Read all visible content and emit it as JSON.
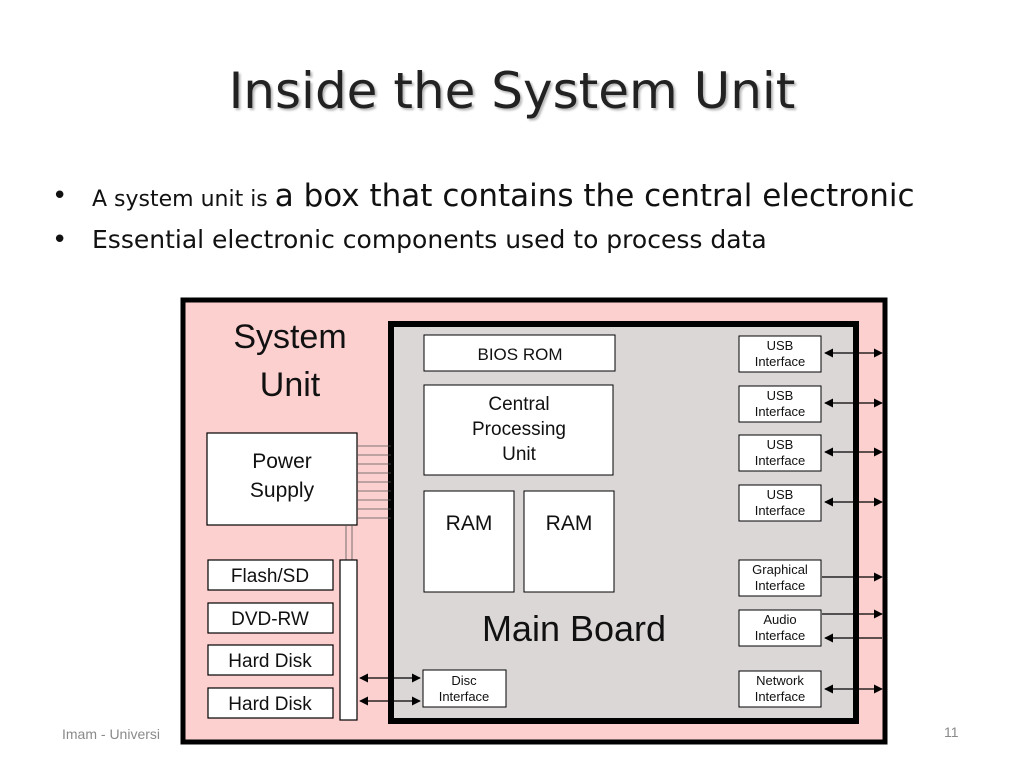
{
  "slide": {
    "title": "Inside the System Unit",
    "bullets": [
      {
        "part1": "A system unit is ",
        "part2": "a box that contains the central electronic"
      },
      {
        "text": "Essential electronic components used to process data"
      }
    ],
    "footer_left": "Imam - Universi",
    "page_number": "11"
  },
  "diagram": {
    "system_unit": [
      "System",
      "Unit"
    ],
    "power_supply": [
      "Power",
      "Supply"
    ],
    "drives": [
      "Flash/SD",
      "DVD-RW",
      "Hard Disk",
      "Hard Disk"
    ],
    "bios_rom": "BIOS ROM",
    "cpu": [
      "Central",
      "Processing",
      "Unit"
    ],
    "ram": [
      "RAM",
      "RAM"
    ],
    "main_board": "Main Board",
    "disc_interface": [
      "Disc",
      "Interface"
    ],
    "interfaces": [
      [
        "USB",
        "Interface"
      ],
      [
        "USB",
        "Interface"
      ],
      [
        "USB",
        "Interface"
      ],
      [
        "USB",
        "Interface"
      ],
      [
        "Graphical",
        "Interface"
      ],
      [
        "Audio",
        "Interface"
      ],
      [
        "Network",
        "Interface"
      ]
    ],
    "colors": {
      "outer_fill": "#fdd0d0",
      "board_fill": "#dcd7d7",
      "border": "#000000"
    }
  }
}
